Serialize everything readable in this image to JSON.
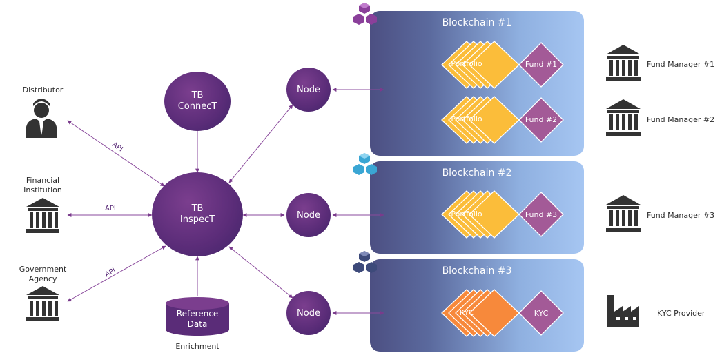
{
  "blockchains": [
    {
      "title": "Blockchain #1"
    },
    {
      "title": "Blockchain #2"
    },
    {
      "title": "Blockchain #3"
    }
  ],
  "stacks": [
    {
      "left_label": "Portfolio",
      "right_label": "Fund #1",
      "color": "#fbbd3a"
    },
    {
      "left_label": "Portfolio",
      "right_label": "Fund #2",
      "color": "#fbbd3a"
    },
    {
      "left_label": "Portfolio",
      "right_label": "Fund #3",
      "color": "#fbbd3a"
    },
    {
      "left_label": "KYC",
      "right_label": "KYC",
      "color": "#f7893b"
    }
  ],
  "nodes": [
    "Node",
    "Node",
    "Node"
  ],
  "tb_connect": {
    "line1": "TB",
    "line2": "ConnecT"
  },
  "tb_inspect": {
    "line1": "TB",
    "line2": "InspecT"
  },
  "reference": {
    "line1": "Reference",
    "line2": "Data",
    "caption": "Enrichment"
  },
  "left_entities": {
    "distributor": "Distributor",
    "financial_line1": "Financial",
    "financial_line2": "Institution",
    "government_line1": "Government",
    "government_line2": "Agency"
  },
  "api_labels": [
    "API",
    "API",
    "API"
  ],
  "right_entities": [
    "Fund Manager #1",
    "Fund Manager #2",
    "Fund Manager #3",
    "KYC Provider"
  ],
  "colors": {
    "purple": "#5a2c78",
    "fund": "#a35a97",
    "portfolio": "#fbbd3a",
    "kyc": "#f7893b"
  },
  "icons": [
    "distributor-person-icon",
    "bank-icon",
    "factory-icon",
    "blocks-cube-icon"
  ]
}
